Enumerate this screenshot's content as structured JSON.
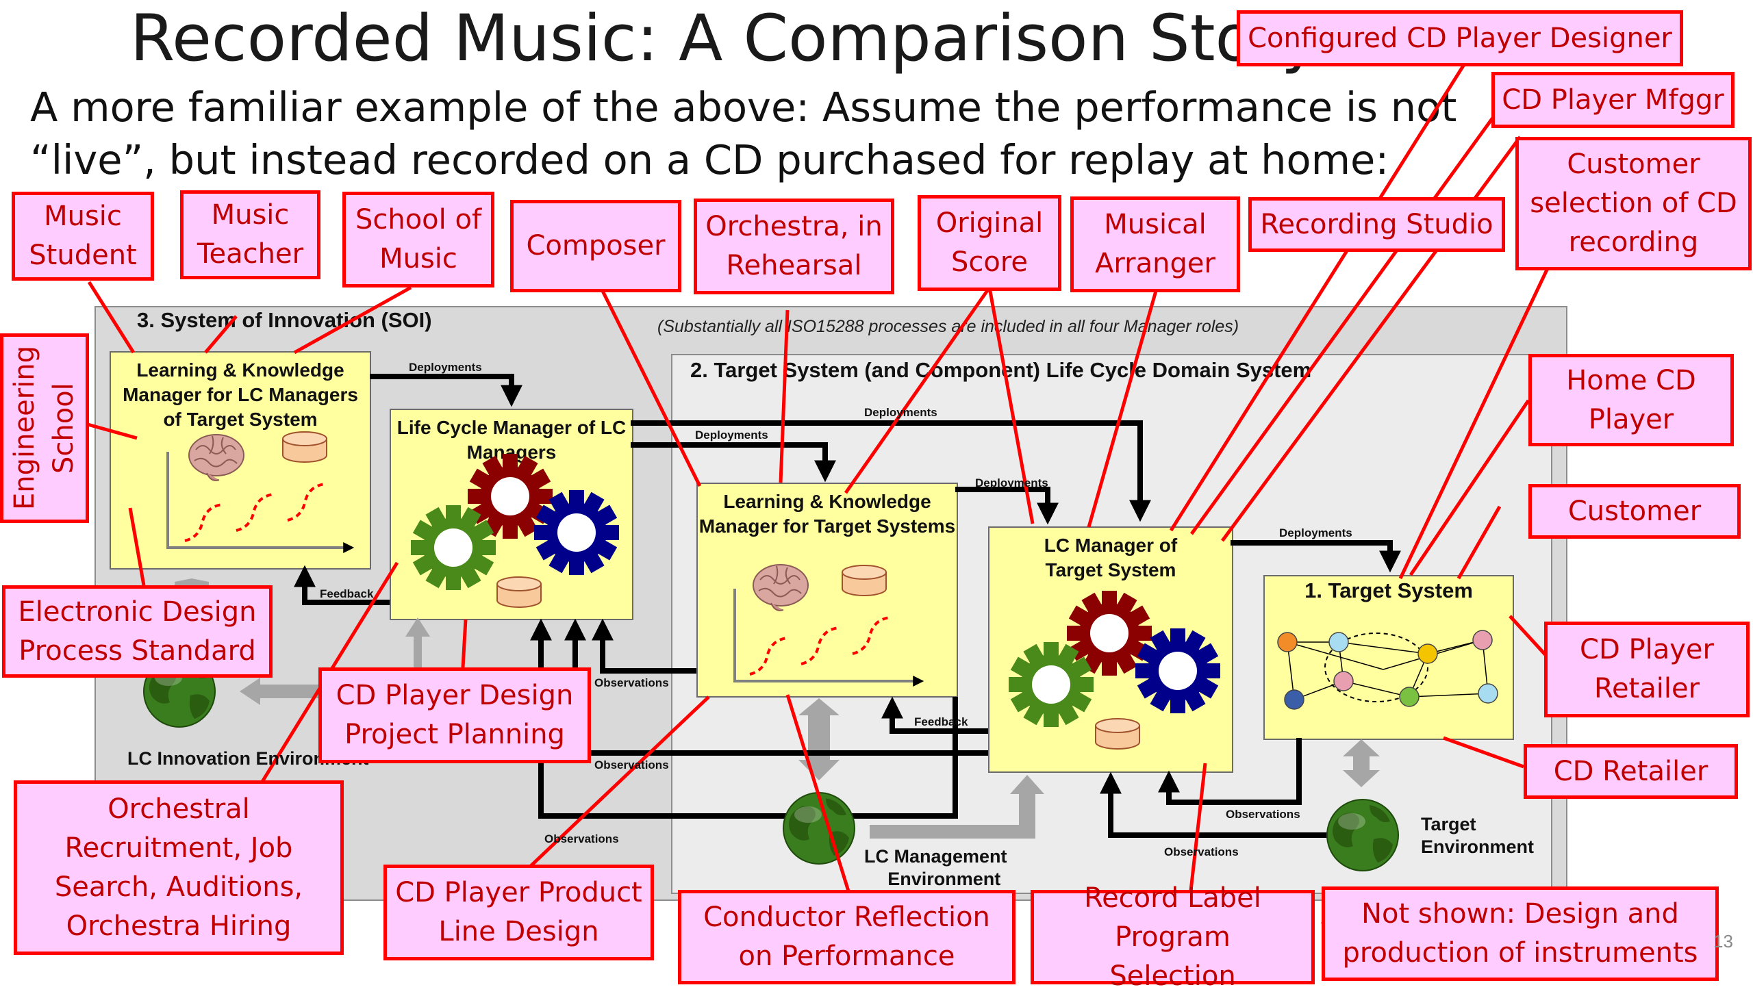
{
  "slide": {
    "title": "Recorded Music: A Comparison Story",
    "subtitle_line1": "A more familiar example of the above: Assume the performance is not",
    "subtitle_line2": "“live”, but instead recorded on a CD purchased for replay at home:",
    "page_number": "13"
  },
  "diagram": {
    "soi_label": "3.  System of Innovation (SOI)",
    "iso_note": "(Substantially all ISO15288 processes are included in all four Manager roles)",
    "domain_label": "2.  Target System (and Component)  Life Cycle Domain System",
    "lk_mgr_lc_title": "Learning & Knowledge Manager for LC Managers of Target System",
    "lcm_of_lcm_title": "Life Cycle Manager of LC Managers",
    "lk_mgr_target_title": "Learning & Knowledge Manager for Target Systems",
    "lcm_target_title": "LC Manager of Target System",
    "target_system_title": "1. Target System",
    "lc_innovation_env": "LC Innovation Environment",
    "lc_mgmt_env_line1": "LC Management",
    "lc_mgmt_env_line2": "Environment",
    "target_env_line1": "Target",
    "target_env_line2": "Environment",
    "labels": {
      "deployments": "Deployments",
      "feedback": "Feedback",
      "observations": "Observations"
    }
  },
  "callouts": {
    "music_student": "Music Student",
    "music_teacher": "Music Teacher",
    "school_of_music": "School of Music",
    "composer": "Composer",
    "orchestra_rehearsal": "Orchestra, in Rehearsal",
    "original_score": "Original Score",
    "musical_arranger": "Musical Arranger",
    "recording_studio": "Recording Studio",
    "configured_cd_designer": "Configured CD Player Designer",
    "cd_player_mfggr": "CD Player Mfggr",
    "customer_selection": "Customer selection of CD recording",
    "home_cd_player": "Home CD Player",
    "customer": "Customer",
    "cd_player_retailer": "CD Player Retailer",
    "cd_retailer": "CD Retailer",
    "engineering_school": "Engineering School",
    "electronic_design": "Electronic Design Process Standard",
    "cd_design_planning": "CD Player Design Project Planning",
    "orchestral_recruitment": "Orchestral Recruitment, Job Search, Auditions, Orchestra Hiring",
    "cd_product_line": "CD Player Product Line Design",
    "conductor_reflection": "Conductor Reflection on Performance",
    "record_label": "Record Label Program Selection",
    "not_shown": "Not shown: Design and production of instruments"
  },
  "colors": {
    "callout_border": "#ff0000",
    "callout_fill": "#ffccff",
    "callout_text": "#c00000",
    "box_fill": "#ffffa0",
    "gear_red": "#8b0000",
    "gear_green": "#4a8a1a",
    "gear_blue": "#00008b"
  },
  "icons": [
    "brain-icon",
    "database-icon",
    "s-curve-graph-icon",
    "gear-icon",
    "globe-icon",
    "network-graph-icon"
  ]
}
